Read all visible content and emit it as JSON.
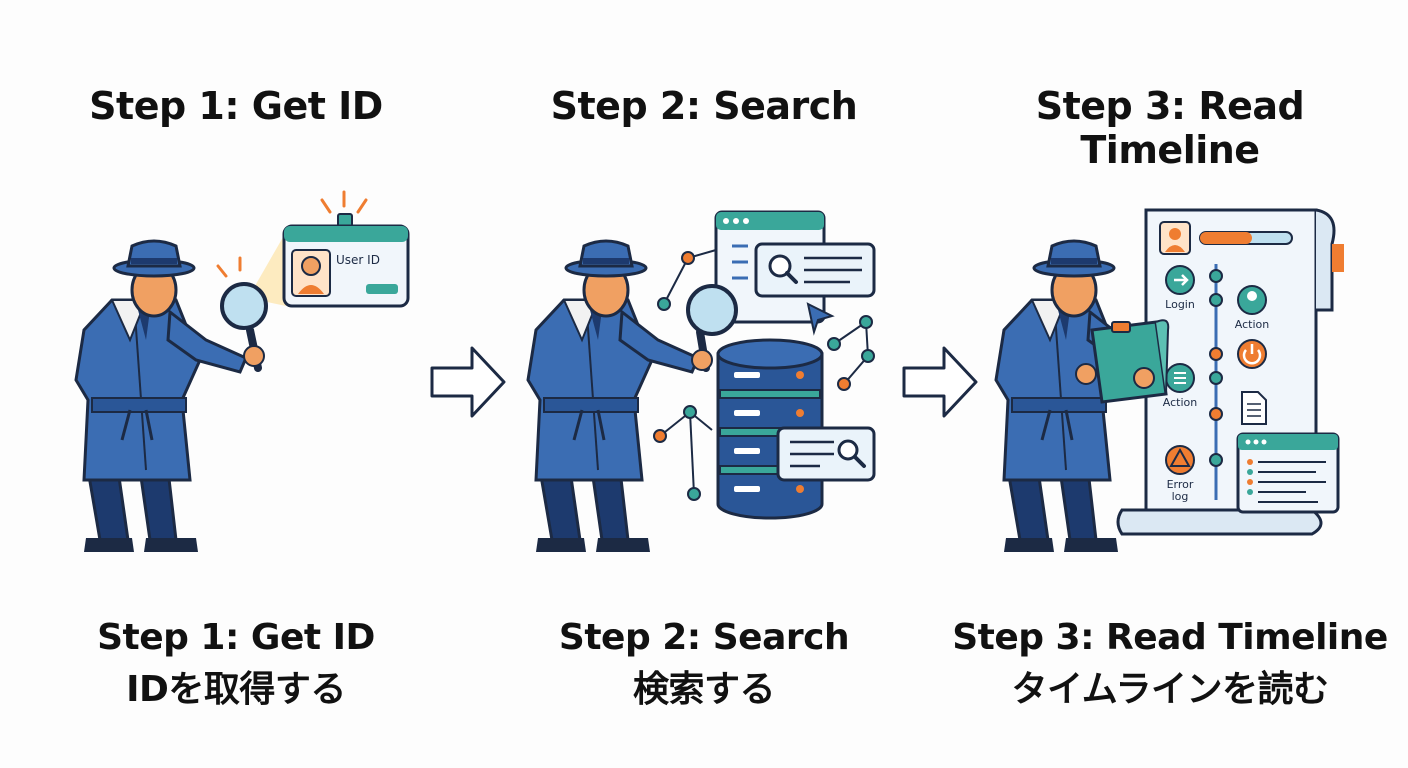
{
  "steps": [
    {
      "title": "Step 1: Get ID",
      "caption_en": "Step 1: Get ID",
      "caption_ja": "IDを取得する",
      "card_label": "User ID"
    },
    {
      "title": "Step 2: Search",
      "caption_en": "Step 2: Search",
      "caption_ja": "検索する"
    },
    {
      "title": "Step 3: Read Timeline",
      "caption_en": "Step 3: Read Timeline",
      "caption_ja": "タイムラインを読む",
      "timeline_labels": [
        "Login",
        "Action",
        "Action",
        "Error log"
      ]
    }
  ],
  "colors": {
    "coat": "#3b6db3",
    "coat_dark": "#1d3a6e",
    "skin": "#f0a062",
    "teal": "#3aa79a",
    "orange": "#ef7d31",
    "outline": "#1c2a44",
    "panel": "#f1f6fb"
  }
}
